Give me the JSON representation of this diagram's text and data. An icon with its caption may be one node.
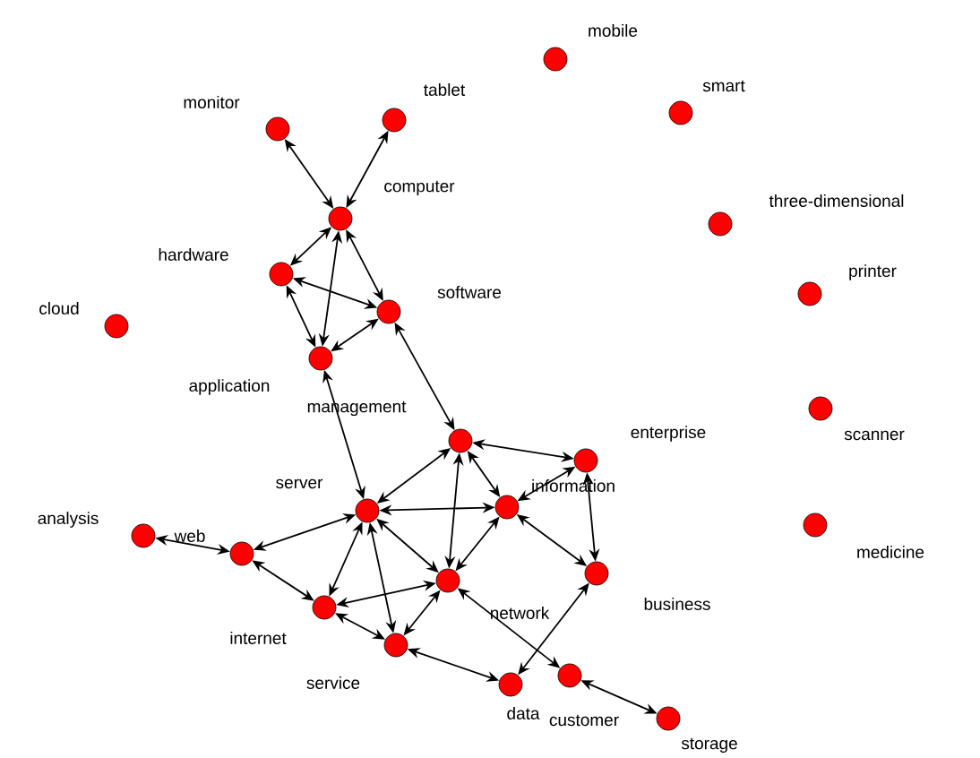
{
  "diagram": {
    "nodes": [
      {
        "text": [
          "mobile"
        ]
      },
      {
        "text": [
          "smart"
        ]
      },
      {
        "text": [
          "three-dimensional"
        ]
      },
      {
        "text": [
          "printer"
        ]
      },
      {
        "text": [
          "scanner"
        ]
      },
      {
        "text": [
          "medicine"
        ]
      },
      {
        "text": [
          "cloud"
        ]
      },
      {
        "text": [
          "monitor"
        ]
      },
      {
        "text": [
          "tablet"
        ]
      },
      {
        "text": [
          "computer"
        ]
      },
      {
        "text": [
          "hardware"
        ]
      },
      {
        "text": [
          "software"
        ]
      },
      {
        "text": [
          "application"
        ]
      },
      {
        "text": [
          "management"
        ]
      },
      {
        "text": [
          "enterprise"
        ]
      },
      {
        "text": [
          "information"
        ]
      },
      {
        "text": [
          "server"
        ]
      },
      {
        "text": [
          "analysis"
        ]
      },
      {
        "text": [
          "web"
        ]
      },
      {
        "text": [
          "network"
        ]
      },
      {
        "text": [
          "business"
        ]
      },
      {
        "text": [
          "internet"
        ]
      },
      {
        "text": [
          "service"
        ]
      },
      {
        "text": [
          "data"
        ]
      },
      {
        "text": [
          "customer"
        ]
      },
      {
        "text": [
          "storage"
        ]
      }
    ],
    "edges": [
      {
        "from": 7,
        "to": 9,
        "arrow": "both"
      },
      {
        "from": 8,
        "to": 9,
        "arrow": "both"
      },
      {
        "from": 9,
        "to": 10,
        "arrow": "both"
      },
      {
        "from": 9,
        "to": 11,
        "arrow": "both"
      },
      {
        "from": 9,
        "to": 12,
        "arrow": "both"
      },
      {
        "from": 10,
        "to": 11,
        "arrow": "both"
      },
      {
        "from": 10,
        "to": 12,
        "arrow": "both"
      },
      {
        "from": 11,
        "to": 12,
        "arrow": "both"
      },
      {
        "from": 11,
        "to": 13,
        "arrow": "both"
      },
      {
        "from": 12,
        "to": 16,
        "arrow": "both"
      },
      {
        "from": 13,
        "to": 16,
        "arrow": "both"
      },
      {
        "from": 13,
        "to": 14,
        "arrow": "both"
      },
      {
        "from": 13,
        "to": 15,
        "arrow": "both"
      },
      {
        "from": 13,
        "to": 19,
        "arrow": "both"
      },
      {
        "from": 16,
        "to": 15,
        "arrow": "both"
      },
      {
        "from": 16,
        "to": 18,
        "arrow": "both"
      },
      {
        "from": 16,
        "to": 21,
        "arrow": "both"
      },
      {
        "from": 16,
        "to": 22,
        "arrow": "both"
      },
      {
        "from": 16,
        "to": 19,
        "arrow": "both"
      },
      {
        "from": 17,
        "to": 18,
        "arrow": "both"
      },
      {
        "from": 18,
        "to": 21,
        "arrow": "both"
      },
      {
        "from": 21,
        "to": 19,
        "arrow": "both"
      },
      {
        "from": 21,
        "to": 22,
        "arrow": "both"
      },
      {
        "from": 19,
        "to": 22,
        "arrow": "both"
      },
      {
        "from": 19,
        "to": 15,
        "arrow": "both"
      },
      {
        "from": 15,
        "to": 14,
        "arrow": "both"
      },
      {
        "from": 14,
        "to": 20,
        "arrow": "both"
      },
      {
        "from": 15,
        "to": 20,
        "arrow": "both"
      },
      {
        "from": 20,
        "to": 23,
        "arrow": "both"
      },
      {
        "from": 22,
        "to": 23,
        "arrow": "both"
      },
      {
        "from": 19,
        "to": 24,
        "arrow": "both"
      },
      {
        "from": 24,
        "to": 25,
        "arrow": "both"
      }
    ]
  }
}
